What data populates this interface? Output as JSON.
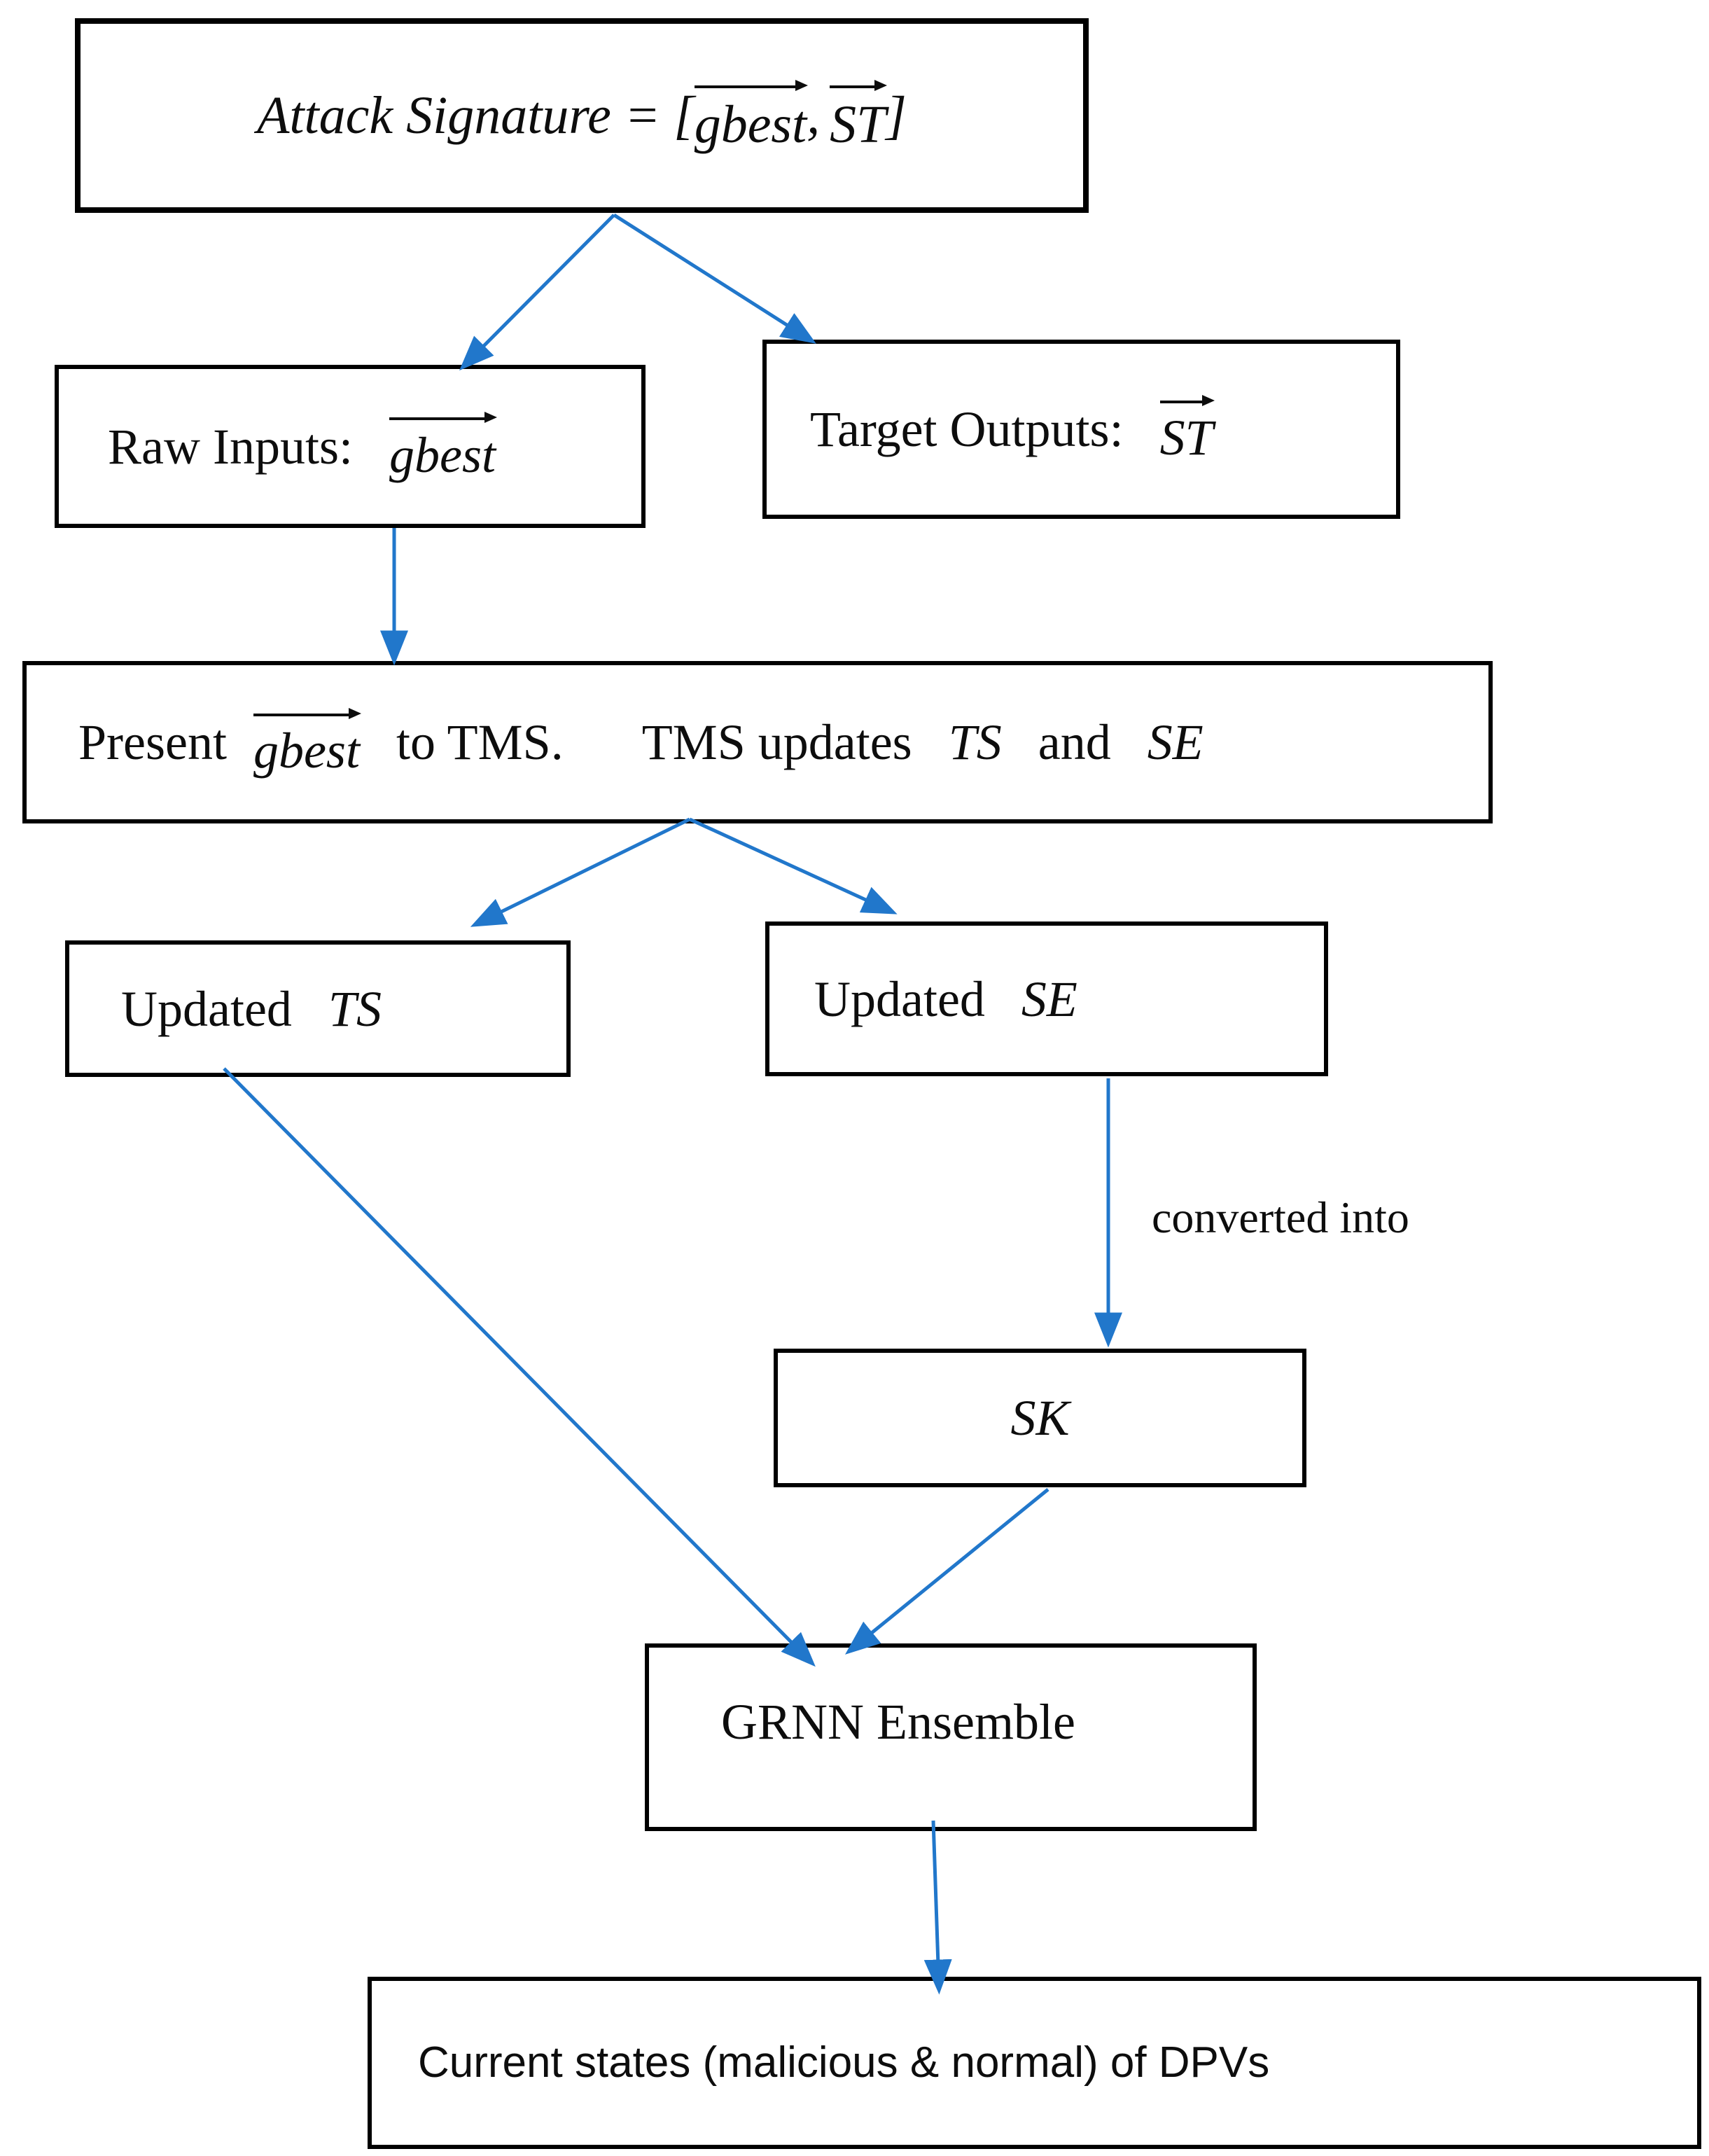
{
  "diagram": {
    "arrow_color": "#2177cb",
    "boxes": {
      "attack": {
        "prefix": "Attack Signature = [",
        "vec1": "gbest",
        "separator": ",",
        "vec2": "ST",
        "suffix": "]"
      },
      "raw": {
        "label": "Raw Inputs:",
        "vec": "gbest"
      },
      "target": {
        "label": "Target Outputs:",
        "vec": "ST"
      },
      "present": {
        "part1": "Present",
        "vec": "gbest",
        "part2": "to TMS.",
        "part3": "TMS updates",
        "var1": "TS",
        "part4": "and",
        "var2": "SE"
      },
      "updated_ts": {
        "label": "Updated",
        "var": "TS"
      },
      "updated_se": {
        "label": "Updated",
        "var": "SE"
      },
      "sk": {
        "var": "SK"
      },
      "grnn": {
        "label": "GRNN Ensemble"
      },
      "output": {
        "label": "Current states (malicious & normal) of DPVs"
      }
    },
    "edge_label": "converted into"
  }
}
